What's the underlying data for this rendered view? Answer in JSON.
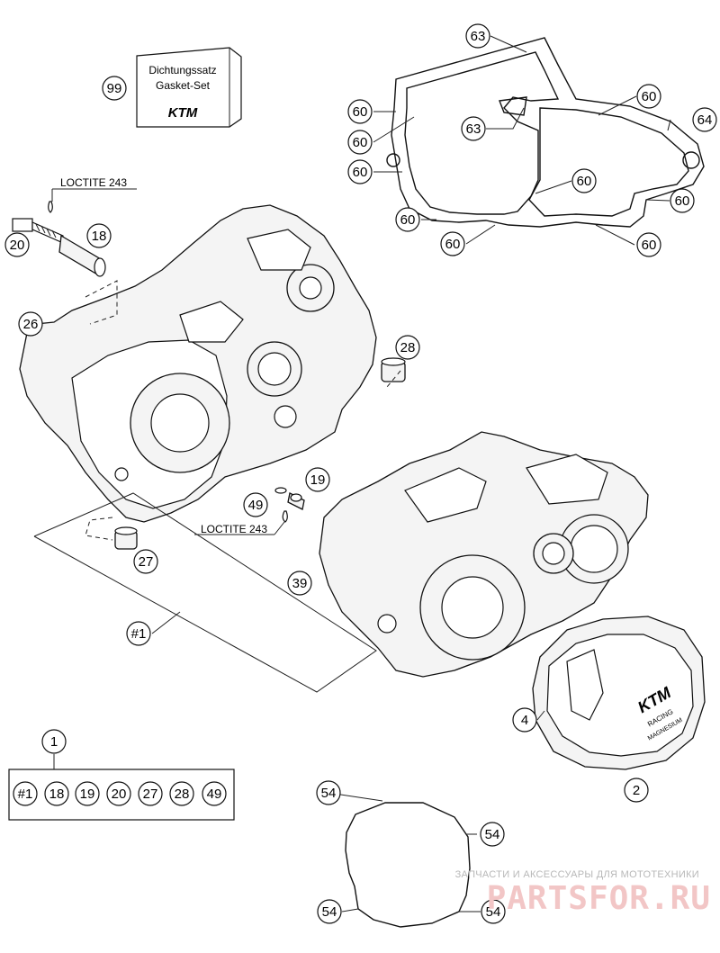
{
  "gasket_box": {
    "line1": "Dichtungssatz",
    "line2": "Gasket-Set",
    "logo": "KTM",
    "ref": "99"
  },
  "loctite_label": "LOCTITE 243",
  "callouts": {
    "c63a": "63",
    "c63b": "63",
    "c64": "64",
    "c60_1": "60",
    "c60_2": "60",
    "c60_3": "60",
    "c60_4": "60",
    "c60_5": "60",
    "c60_6": "60",
    "c60_7": "60",
    "c60_8": "60",
    "c60_9": "60",
    "c20": "20",
    "c18": "18",
    "c26": "26",
    "c28": "28",
    "c19": "19",
    "c49": "49",
    "c27": "27",
    "c39": "39",
    "c_set": "#1",
    "c4": "4",
    "c2": "2",
    "c1": "1",
    "c54_1": "54",
    "c54_2": "54",
    "c54_3": "54",
    "c54_4": "54"
  },
  "kit_items": [
    "#1",
    "18",
    "19",
    "20",
    "27",
    "28",
    "49"
  ],
  "cover_logo": {
    "brand": "KTM",
    "line1": "RACING",
    "line2": "MAGNESIUM"
  },
  "watermark": {
    "tagline": "ЗАПЧАСТИ И АКСЕССУАРЫ ДЛЯ МОТОТЕХНИКИ",
    "brand": "PARTSFOR.RU"
  },
  "colors": {
    "line": "#111111",
    "watermark_red": "#f2c6c6",
    "watermark_grey": "#b8b8b8"
  }
}
